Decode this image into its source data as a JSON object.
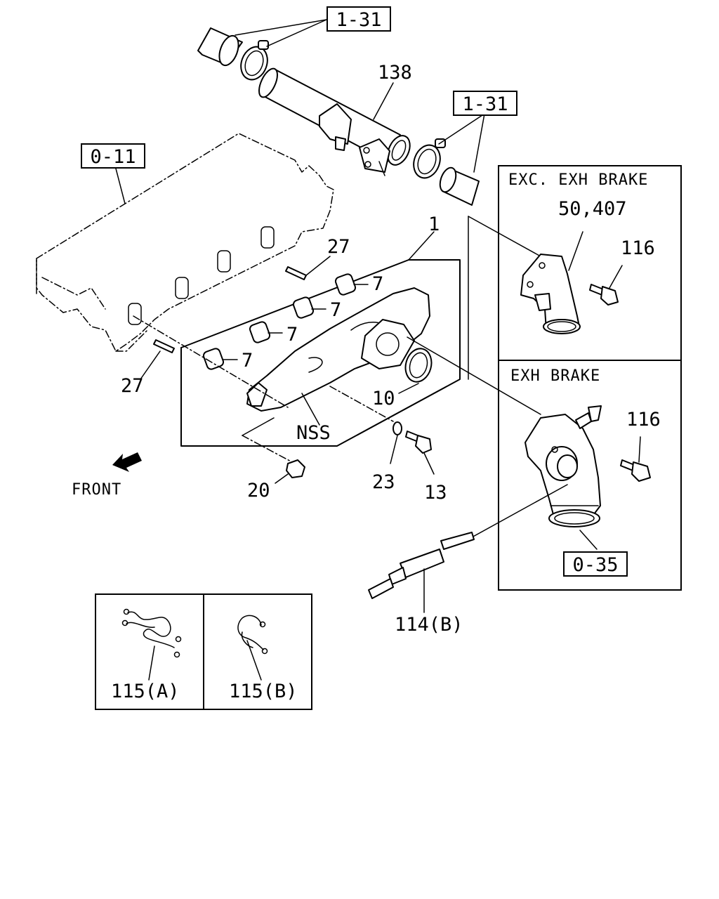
{
  "references": {
    "ref_top": "1-31",
    "ref_mid": "1-31",
    "ref_head": "0-11",
    "ref_bottom": "0-35"
  },
  "callouts": {
    "p138": "138",
    "p1": "1",
    "p27_top": "27",
    "p27_left": "27",
    "p7_a": "7",
    "p7_b": "7",
    "p7_c": "7",
    "p7_d": "7",
    "p10": "10",
    "pNSS": "NSS",
    "p23": "23",
    "p13": "13",
    "p20": "20",
    "p114b": "114(B)",
    "p115a": "115(A)",
    "p115b": "115(B)"
  },
  "front_label": "FRONT",
  "panel_exc": {
    "title": "EXC. EXH BRAKE",
    "part_main": "50,407",
    "part_bolt": "116"
  },
  "panel_exh": {
    "title": "EXH BRAKE",
    "part_bolt": "116"
  }
}
